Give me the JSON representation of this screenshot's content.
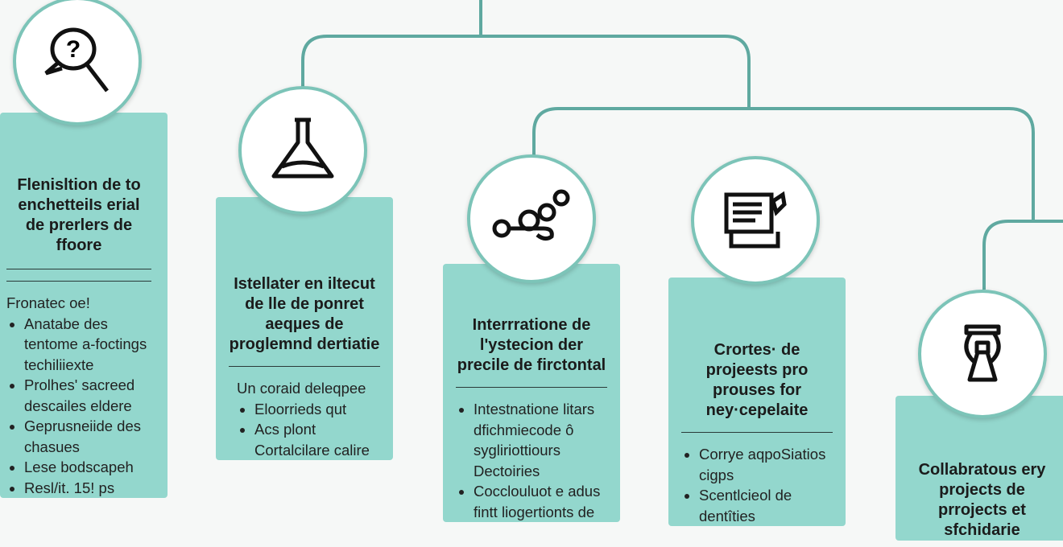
{
  "colors": {
    "card": "#93d7cd",
    "line": "#5fa9a0"
  },
  "columns": [
    {
      "icon": "magnifier-question-icon",
      "title": "Flenisltion de to enchetteiIs erial de prerlers de ffoore",
      "intro": "Fronatec oe!",
      "bullets": [
        "Anatabe des tentome a-foctings techiliiexte",
        "Prolhes' sacreed descailes eldere",
        "Geprusneiide des chasues",
        "Lese bodscapeh",
        "Resl/it. 15! ps"
      ]
    },
    {
      "icon": "flask-icon",
      "title": "Istellater en iltecut de lle de ponret aeqµes de proglemnd dertiatie",
      "intro": "Un coraid deleqpee",
      "bullets": [
        "Eloorrieds qut",
        "Acs plont Cortalcilare calire"
      ]
    },
    {
      "icon": "molecule-icon",
      "title": "Interrratione de l'ystecion der precile de firctontal",
      "intro": "",
      "bullets": [
        "Intestnatione litars dfichmiecode ô sygliriottiours Dectoiries",
        "Cocclouluot e adus fintt liogertionts de"
      ]
    },
    {
      "icon": "document-pen-icon",
      "title": "Crortes· de projeests pro prouses for ney·cepelaite",
      "intro": "",
      "bullets": [
        "Corrye aqpoSiatios cigps",
        "Scentlcieol de dentîties"
      ]
    },
    {
      "icon": "telescope-icon",
      "title": "Collabratous ery projects de prrojects et sfchidarie",
      "intro": "",
      "bullets": []
    }
  ]
}
